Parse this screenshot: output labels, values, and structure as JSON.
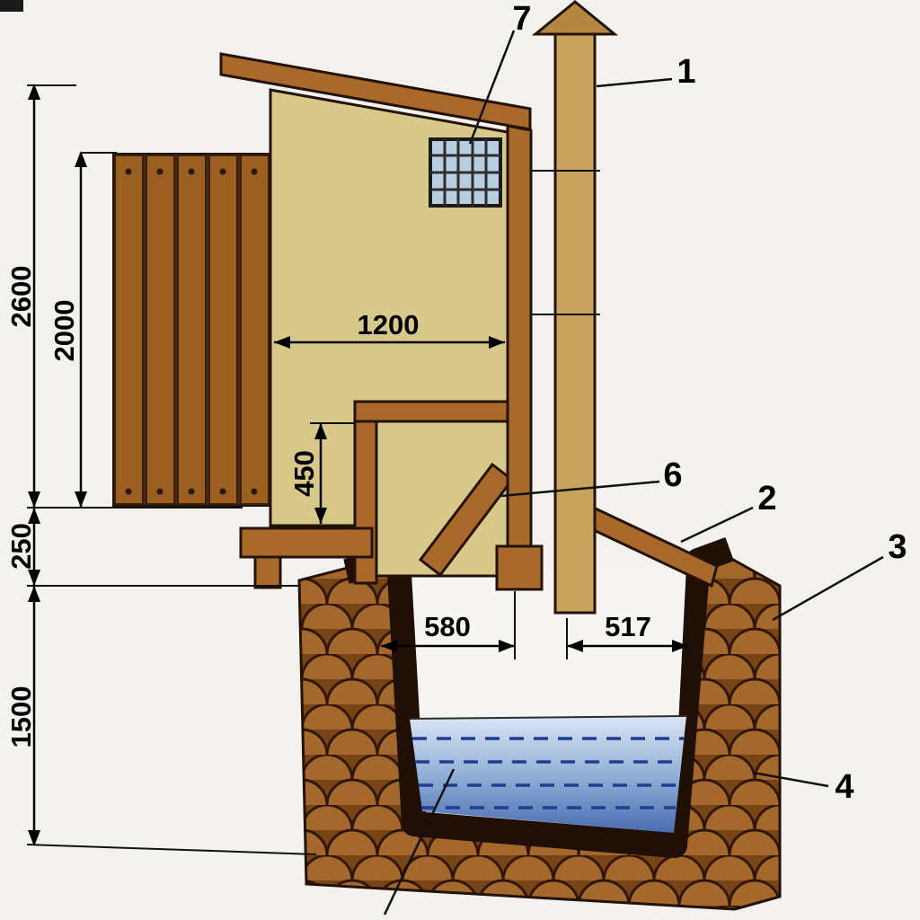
{
  "colors": {
    "background": "#f4f2ee",
    "wall_tan": "#d8c88a",
    "wood": "#a8692b",
    "door_plank": "#9c5f22",
    "wood_outline": "#241204",
    "pipe": "#c7a35e",
    "pipe_cap": "#b3873f",
    "window_glass": "#b7cfe0",
    "window_grid": "#2e2e2e",
    "soil_base": "#7a4516",
    "soil_scale": "#a4672c",
    "pit_lining": "#200f04",
    "water_light": "#dbe6f5",
    "water_deep": "#4a6cb0",
    "water_dash": "#1d3f8f",
    "line": "#000000"
  },
  "dimensions": {
    "total_height": "2600",
    "wall_height": "2000",
    "cabin_width": "1200",
    "seat_height": "450",
    "plinth_height": "250",
    "pit_depth": "1500",
    "pit_width_left": "580",
    "pit_width_right": "517"
  },
  "part_labels": {
    "vent_pipe": "1",
    "pit_cover": "2",
    "pit_rim": "3",
    "pit_wall": "4",
    "chute": "6",
    "window": "7"
  }
}
